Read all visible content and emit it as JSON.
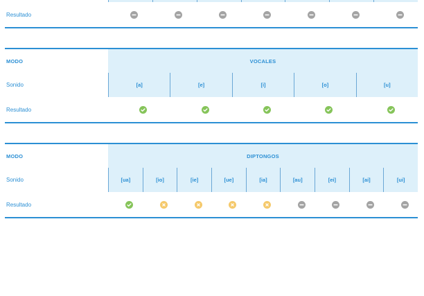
{
  "colors": {
    "text": "#2b8fd4",
    "rule": "#2b8fd4",
    "header_bg": "#ddf0fa",
    "divider": "#6aa7d6",
    "correct": "#86c45a",
    "incorrect": "#f5c96b",
    "pending": "#a3a3a3"
  },
  "icons": {
    "correct": "check-circle-icon",
    "incorrect": "x-circle-icon",
    "pending": "minus-circle-icon"
  },
  "tables": [
    {
      "result_label": "Resultado",
      "results": [
        "pending",
        "pending",
        "pending",
        "pending",
        "pending",
        "pending",
        "pending"
      ]
    },
    {
      "mode_label": "MODO",
      "title": "VOCALES",
      "sound_label": "Sonido",
      "result_label": "Resultado",
      "sounds": [
        "[a]",
        "[e]",
        "[i]",
        "[o]",
        "[u]"
      ],
      "results": [
        "correct",
        "correct",
        "correct",
        "correct",
        "correct"
      ]
    },
    {
      "mode_label": "MODO",
      "title": "DIPTONGOS",
      "sound_label": "Sonido",
      "result_label": "Resultado",
      "sounds": [
        "[ua]",
        "[io]",
        "[ie]",
        "[ue]",
        "[ia]",
        "[au]",
        "[ei]",
        "[ai]",
        "[ui]"
      ],
      "results": [
        "correct",
        "incorrect",
        "incorrect",
        "incorrect",
        "incorrect",
        "pending",
        "pending",
        "pending",
        "pending"
      ]
    }
  ]
}
